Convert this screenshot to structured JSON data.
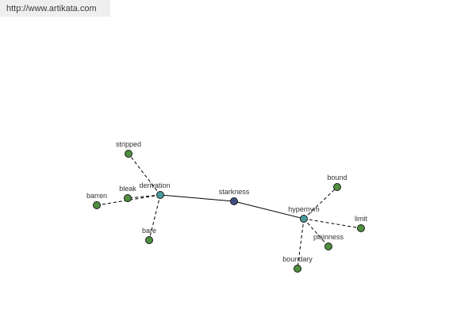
{
  "source": {
    "url_text": "http://www.artikata.com"
  },
  "colors": {
    "center": "#3f4f86",
    "relation": "#4a9a9a",
    "leaf": "#4f8f3f",
    "edge": "#000000"
  },
  "graph": {
    "center": "starkness",
    "relations": [
      {
        "id": "derivation",
        "label": "derivation",
        "words": [
          "stripped",
          "bleak",
          "barren",
          "bare"
        ]
      },
      {
        "id": "hypernym",
        "label": "hypernym",
        "words": [
          "bound",
          "limit",
          "plainness",
          "boundary"
        ]
      }
    ]
  }
}
